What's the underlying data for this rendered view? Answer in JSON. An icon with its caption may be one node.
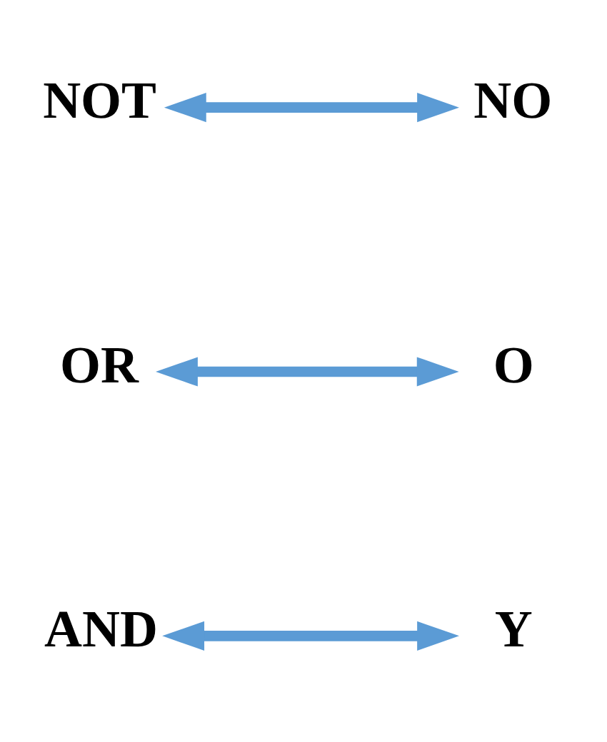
{
  "diagram": {
    "nodes": [
      {
        "text": [
          "AND"
        ]
      },
      {
        "text": [
          "Y"
        ]
      },
      {
        "text": [
          "OR"
        ]
      },
      {
        "text": [
          "O"
        ]
      },
      {
        "text": [
          "NOT"
        ]
      },
      {
        "text": [
          "NO"
        ]
      }
    ],
    "edges": [
      {
        "from": 0,
        "to": 1,
        "arrow": "both"
      },
      {
        "from": 2,
        "to": 3,
        "arrow": "both"
      },
      {
        "from": 4,
        "to": 5,
        "arrow": "both"
      }
    ]
  }
}
